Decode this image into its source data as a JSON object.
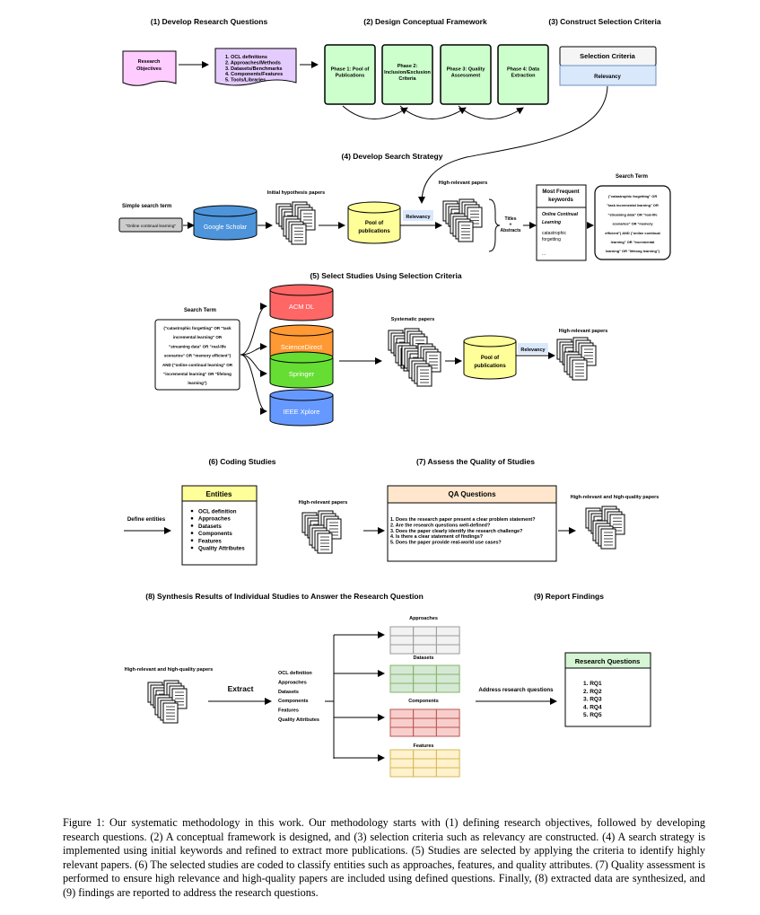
{
  "colors": {
    "pink": "#ffccff",
    "lavender": "#e5ccff",
    "green": "#ccffcc",
    "blue_light": "#dae8fc",
    "blue_cyl": "#4d94db",
    "yellow": "#ffff99",
    "red": "#ff6666",
    "orange": "#ff9933",
    "lime": "#66dd33",
    "blue_ieee": "#6699ff",
    "peach": "#ffe6cc",
    "green_light": "#d5f5d5",
    "table_gray": "#f2f2f2",
    "table_green": "#d5e8d4",
    "table_red": "#f8cecc",
    "table_yellow": "#fff2cc"
  },
  "s1": {
    "title": "(1) Develop Research Questions",
    "doc_lines": [
      "Research",
      "Objectives"
    ],
    "list": [
      "1. OCL definitions",
      "2. Approaches/Methods",
      "3. Datasets/Benchmarks",
      "4. Components/Features",
      "5. Tools/Libraries"
    ]
  },
  "s2": {
    "title": "(2) Design Conceptual Framework",
    "phases": [
      [
        "Phase 1: Pool of",
        "Publications"
      ],
      [
        "Phase 2:",
        "Inclusion/Exclusion",
        "Criteria"
      ],
      [
        "Phase 3: Quality",
        "Assessment"
      ],
      [
        "Phase 4: Data",
        "Extraction"
      ]
    ]
  },
  "s3": {
    "title": "(3) Construct Selection Criteria",
    "header": "Selection Criteria",
    "item": "Relevancy"
  },
  "s4": {
    "title": "(4) Develop Search Strategy",
    "simple_label": "Simple search term",
    "simple_term": "\"Online continual learning\"",
    "scholar": "Google Scholar",
    "initial_label": "Initial hypothesis papers",
    "pool": [
      "Pool of",
      "publications"
    ],
    "relevancy": "Relevancy",
    "high_label": "High-relevant papers",
    "titles": [
      "Titles",
      "+",
      "Abstracts"
    ],
    "keywords_head": [
      "Most Frequent",
      "keywords"
    ],
    "keywords": [
      "Online Continual",
      "Learning",
      "catastrophic",
      "forgetting",
      "..."
    ],
    "search_term_label": "Search Term",
    "search_term": [
      "(\"catastrophic forgetting\" OR",
      "\"task incremental learning\" OR",
      "\"streaming data\" OR \"real-life",
      "scenarios\" OR \"memory",
      "efficient\") AND (\"online continual",
      "learning\" OR \"incremental",
      "learning\" OR \"lifelong learning\")"
    ]
  },
  "s5": {
    "title": "(5) Select Studies Using Selection Criteria",
    "search_term_label": "Search Term",
    "search_term": [
      "(\"catastrophic forgetting\" OR \"task",
      "incremental learning\" OR",
      "\"streaming data\" OR \"real-life",
      "scenarios\" OR \"memory efficient\")",
      "AND (\"online continual learning\" OR",
      "\"incremental learning\" OR \"lifelong",
      "learning\")"
    ],
    "dbs": [
      "ACM DL",
      "ScienceDirect",
      "Springer",
      "IEEE Xplore"
    ],
    "systematic_label": "Systematic papers",
    "pool": [
      "Pool of",
      "publications"
    ],
    "relevancy": "Relevancy",
    "high_label": "High-relevant papers"
  },
  "s6": {
    "title": "(6) Coding Studies",
    "define": "Define entities",
    "header": "Entities",
    "items": [
      "OCL definition",
      "Approaches",
      "Datasets",
      "Components",
      "Features",
      "Quality Attributes"
    ]
  },
  "s7": {
    "title": "(7) Assess the Quality of Studies",
    "high_label": "High-relevant papers",
    "header": "QA Questions",
    "questions": [
      "1. Does the research paper present a clear problem statement?",
      "2. Are the research questions well-defined?",
      "3. Does the paper clearly identify the research challenge?",
      "4. Is there a clear statement of findings?",
      "5. Does the paper provide real-world use cases?"
    ],
    "out_label": "High-relevant and high-quality papers"
  },
  "s8": {
    "title": "(8) Synthesis Results of Individual Studies to Answer the Research Question",
    "input_label": "High-relevant and high-quality papers",
    "extract": "Extract",
    "entities": [
      "OCL definition",
      "Approaches",
      "Datasets",
      "Components",
      "Features",
      "Quality Attributes"
    ],
    "tables": [
      "Approaches",
      "Datasets",
      "Components",
      "Features"
    ],
    "address": "Address research questions"
  },
  "s9": {
    "title": "(9) Report Findings",
    "header": "Research Questions",
    "rqs": [
      "1. RQ1",
      "2. RQ2",
      "3. RQ3",
      "4. RQ4",
      "5. RQ5"
    ]
  },
  "caption": "Figure 1: Our systematic methodology in this work. Our methodology starts with (1) defining research objectives, followed by developing research questions. (2) A conceptual framework is designed, and (3) selection criteria such as relevancy are constructed. (4) A search strategy is implemented using initial keywords and refined to extract more publications. (5) Studies are selected by applying the criteria to identify highly relevant papers. (6) The selected studies are coded to classify entities such as approaches, features, and quality attributes. (7) Quality assessment is performed to ensure high relevance and high-quality papers are included using defined questions. Finally, (8) extracted data are synthesized, and (9) findings are reported to address the research questions."
}
